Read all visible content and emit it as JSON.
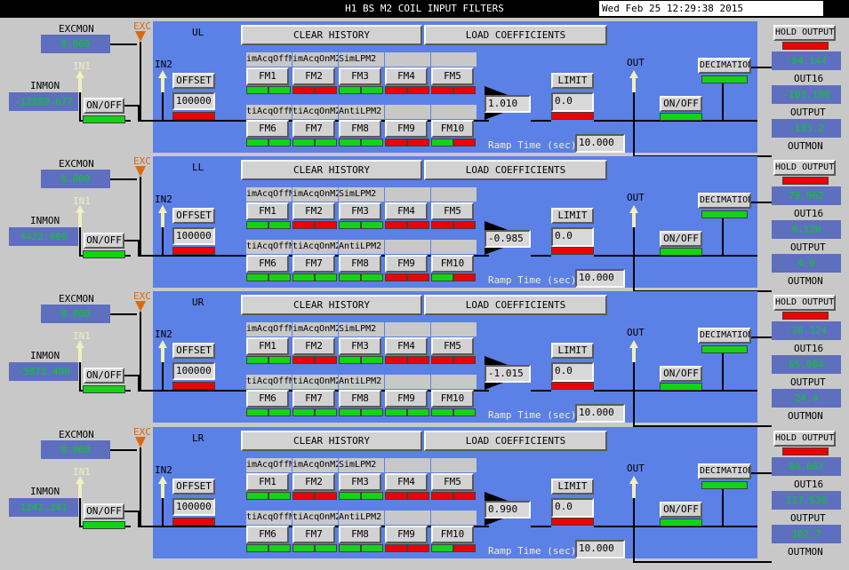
{
  "window": {
    "title": "H1 BS M2 COIL INPUT FILTERS",
    "clock": "Wed Feb 25 12:29:38 2015"
  },
  "labels": {
    "excmon": "EXCMON",
    "exc": "EXC",
    "in1": "IN1",
    "in2": "IN2",
    "inmon": "INMON",
    "onoff": "ON/OFF",
    "offset": "OFFSET",
    "clear_history": "CLEAR HISTORY",
    "load_coefficients": "LOAD COEFFICIENTS",
    "limit": "LIMIT",
    "out": "OUT",
    "decimation": "DECIMATION",
    "hold_output": "HOLD OUTPUT",
    "out16": "OUT16",
    "output": "OUTPUT",
    "outmon": "OUTMON",
    "ramp_time": "Ramp Time (sec):"
  },
  "colors": {
    "panel": "#5b80e6",
    "readout_bg": "#5e6fbf",
    "readout_text": "#00d020",
    "indicator_on": "#14d314",
    "indicator_off": "#ee0000",
    "exc_arrow": "#d86a10",
    "in_arrow": "#f0f0c0"
  },
  "sections": [
    {
      "name": "UL",
      "excmon": "0.000",
      "inmon": "-12889.677",
      "offset": "100000.",
      "gain": "1.010",
      "limit": "0.0",
      "ramp_time": "10.000",
      "out16": "-84.144",
      "output": "-103.100",
      "outmon": "-103.2",
      "filters_top": [
        {
          "name": "imAcqOffM",
          "button": "FM1",
          "state": [
            "on",
            "on"
          ]
        },
        {
          "name": "imAcqOnM2",
          "button": "FM2",
          "state": [
            "off",
            "off"
          ]
        },
        {
          "name": "SimLPM2",
          "button": "FM3",
          "state": [
            "on",
            "on"
          ]
        },
        {
          "name": "",
          "button": "FM4",
          "state": [
            "off",
            "off"
          ]
        },
        {
          "name": "",
          "button": "FM5",
          "state": [
            "off",
            "off"
          ]
        }
      ],
      "filters_bottom": [
        {
          "name": "tiAcqOffM",
          "button": "FM6",
          "state": [
            "on",
            "on"
          ]
        },
        {
          "name": "tiAcqOnM2",
          "button": "FM7",
          "state": [
            "on",
            "on"
          ]
        },
        {
          "name": "AntiLPM2",
          "button": "FM8",
          "state": [
            "on",
            "on"
          ]
        },
        {
          "name": "",
          "button": "FM9",
          "state": [
            "off",
            "off"
          ]
        },
        {
          "name": "",
          "button": "FM10",
          "state": [
            "on",
            "off"
          ]
        }
      ],
      "onoff_in": "on",
      "offset_state": "off",
      "limit_state": "off",
      "onoff_out": "on",
      "decimation_state": "on",
      "hold_state": "off"
    },
    {
      "name": "LL",
      "excmon": "0.000",
      "inmon": "4422.699",
      "offset": "100000.",
      "gain": "-0.985",
      "limit": "0.0",
      "ramp_time": "10.000",
      "out16": "79.962",
      "output": "0.120",
      "outmon": "4.6",
      "filters_top": [
        {
          "name": "imAcqOffM",
          "button": "FM1",
          "state": [
            "on",
            "on"
          ]
        },
        {
          "name": "imAcqOnM2",
          "button": "FM2",
          "state": [
            "off",
            "off"
          ]
        },
        {
          "name": "SimLPM2",
          "button": "FM3",
          "state": [
            "on",
            "on"
          ]
        },
        {
          "name": "",
          "button": "FM4",
          "state": [
            "off",
            "off"
          ]
        },
        {
          "name": "",
          "button": "FM5",
          "state": [
            "off",
            "off"
          ]
        }
      ],
      "filters_bottom": [
        {
          "name": "tiAcqOffM",
          "button": "FM6",
          "state": [
            "on",
            "on"
          ]
        },
        {
          "name": "tiAcqOnM2",
          "button": "FM7",
          "state": [
            "on",
            "on"
          ]
        },
        {
          "name": "AntiLPM2",
          "button": "FM8",
          "state": [
            "on",
            "on"
          ]
        },
        {
          "name": "",
          "button": "FM9",
          "state": [
            "off",
            "off"
          ]
        },
        {
          "name": "",
          "button": "FM10",
          "state": [
            "on",
            "off"
          ]
        }
      ],
      "onoff_in": "on",
      "offset_state": "off",
      "limit_state": "off",
      "onoff_out": "on",
      "decimation_state": "on",
      "hold_state": "off"
    },
    {
      "name": "UR",
      "excmon": "0.000",
      "inmon": "-3073.400",
      "offset": "100000.",
      "gain": "-1.015",
      "limit": "0.0",
      "ramp_time": "10.000",
      "out16": "-76.124",
      "output": "65.904",
      "outmon": "24.4",
      "filters_top": [
        {
          "name": "imAcqOffM",
          "button": "FM1",
          "state": [
            "on",
            "on"
          ]
        },
        {
          "name": "imAcqOnM2",
          "button": "FM2",
          "state": [
            "off",
            "off"
          ]
        },
        {
          "name": "SimLPM2",
          "button": "FM3",
          "state": [
            "on",
            "on"
          ]
        },
        {
          "name": "",
          "button": "FM4",
          "state": [
            "off",
            "off"
          ]
        },
        {
          "name": "",
          "button": "FM5",
          "state": [
            "off",
            "off"
          ]
        }
      ],
      "filters_bottom": [
        {
          "name": "tiAcqOffM",
          "button": "FM6",
          "state": [
            "on",
            "on"
          ]
        },
        {
          "name": "tiAcqOnM2",
          "button": "FM7",
          "state": [
            "on",
            "on"
          ]
        },
        {
          "name": "AntiLPM2",
          "button": "FM8",
          "state": [
            "on",
            "on"
          ]
        },
        {
          "name": "",
          "button": "FM9",
          "state": [
            "on",
            "on"
          ]
        },
        {
          "name": "",
          "button": "FM10",
          "state": [
            "on",
            "on"
          ]
        }
      ],
      "onoff_in": "on",
      "offset_state": "off",
      "limit_state": "off",
      "onoff_out": "on",
      "decimation_state": "on",
      "hold_state": "off"
    },
    {
      "name": "LR",
      "excmon": "0.000",
      "inmon": "1242.341",
      "offset": "100000.",
      "gain": "0.990",
      "limit": "0.0",
      "ramp_time": "10.000",
      "out16": "80.867",
      "output": "117.530",
      "outmon": "102.7",
      "filters_top": [
        {
          "name": "imAcqOffM",
          "button": "FM1",
          "state": [
            "on",
            "on"
          ]
        },
        {
          "name": "imAcqOnM2",
          "button": "FM2",
          "state": [
            "off",
            "off"
          ]
        },
        {
          "name": "SimLPM2",
          "button": "FM3",
          "state": [
            "on",
            "on"
          ]
        },
        {
          "name": "",
          "button": "FM4",
          "state": [
            "off",
            "off"
          ]
        },
        {
          "name": "",
          "button": "FM5",
          "state": [
            "off",
            "off"
          ]
        }
      ],
      "filters_bottom": [
        {
          "name": "tiAcqOffM",
          "button": "FM6",
          "state": [
            "on",
            "on"
          ]
        },
        {
          "name": "tiAcqOnM2",
          "button": "FM7",
          "state": [
            "on",
            "on"
          ]
        },
        {
          "name": "AntiLPM2",
          "button": "FM8",
          "state": [
            "on",
            "on"
          ]
        },
        {
          "name": "",
          "button": "FM9",
          "state": [
            "off",
            "off"
          ]
        },
        {
          "name": "",
          "button": "FM10",
          "state": [
            "on",
            "off"
          ]
        }
      ],
      "onoff_in": "on",
      "offset_state": "off",
      "limit_state": "off",
      "onoff_out": "on",
      "decimation_state": "on",
      "hold_state": "off"
    }
  ]
}
